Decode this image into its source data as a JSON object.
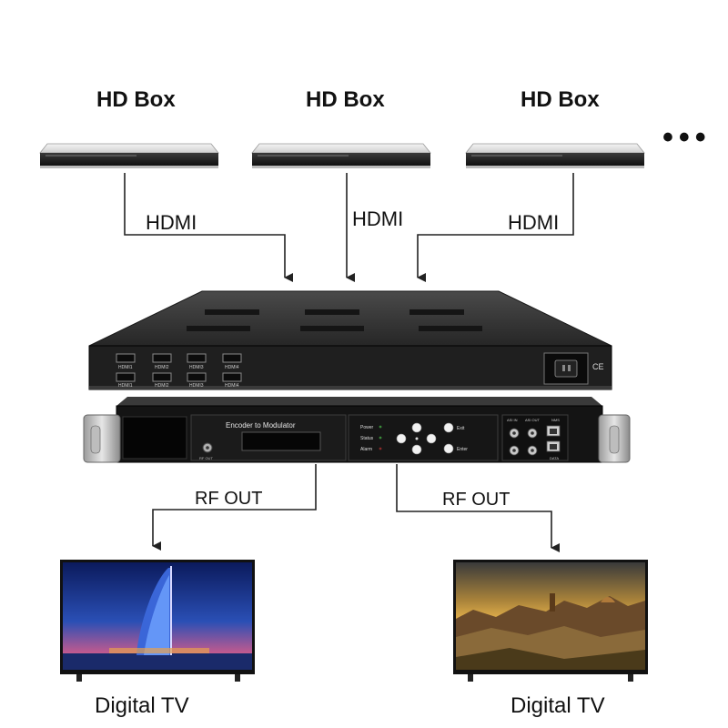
{
  "hd_boxes": [
    {
      "label": "HD Box"
    },
    {
      "label": "HD Box"
    },
    {
      "label": "HD Box"
    }
  ],
  "more_indicator": "•••",
  "links_in": [
    {
      "label": "HDMI"
    },
    {
      "label": "HDMI"
    },
    {
      "label": "HDMI"
    }
  ],
  "device": {
    "rear_ports": [
      "HDMI1",
      "HDMI2",
      "HDMI3",
      "HDMI4",
      "HDMI1",
      "HDMI2",
      "HDMI3",
      "HDMI4"
    ],
    "front_title": "Encoder to Modulator",
    "rf_port_label": "RF OUT",
    "status_labels": [
      "Power",
      "Status",
      "Alarm"
    ],
    "key_labels": [
      "Exit",
      "Enter"
    ],
    "nms_label": "NMS",
    "data_label": "DATA",
    "asi_labels": [
      "ASI IN",
      "ASI OUT"
    ],
    "ce_mark": "CE"
  },
  "links_out": [
    {
      "label": "RF OUT"
    },
    {
      "label": "RF OUT"
    }
  ],
  "tvs": [
    {
      "label": "Digital TV"
    },
    {
      "label": "Digital TV"
    }
  ]
}
